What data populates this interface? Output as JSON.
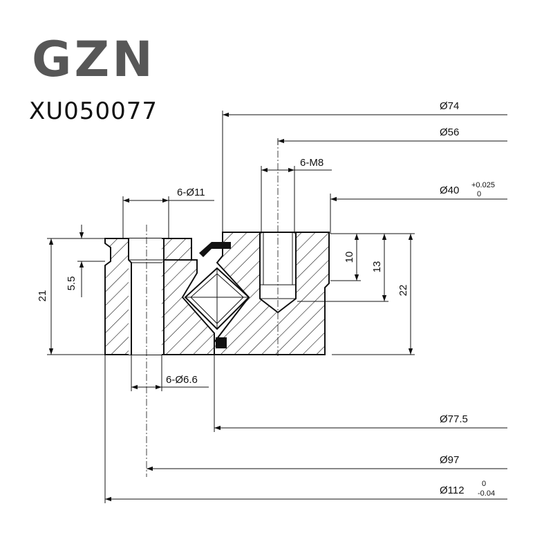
{
  "brand": {
    "logo": "GZN",
    "model": "XU050077"
  },
  "dimensions": {
    "d74": "Ø74",
    "d56": "Ø56",
    "m8": "6-M8",
    "d40": "Ø40",
    "d40_tol_upper": "+0.025",
    "d40_tol_lower": "0",
    "d11": "6-Ø11",
    "h10": "10",
    "h13": "13",
    "h22": "22",
    "h21": "21",
    "h5_5": "5.5",
    "d6_6": "6-Ø6.6",
    "d77_5": "Ø77.5",
    "d97": "Ø97",
    "d112": "Ø112",
    "d112_tol_upper": "0",
    "d112_tol_lower": "-0.04"
  },
  "colors": {
    "logo": "#575757",
    "line": "#111111",
    "background": "#ffffff"
  }
}
